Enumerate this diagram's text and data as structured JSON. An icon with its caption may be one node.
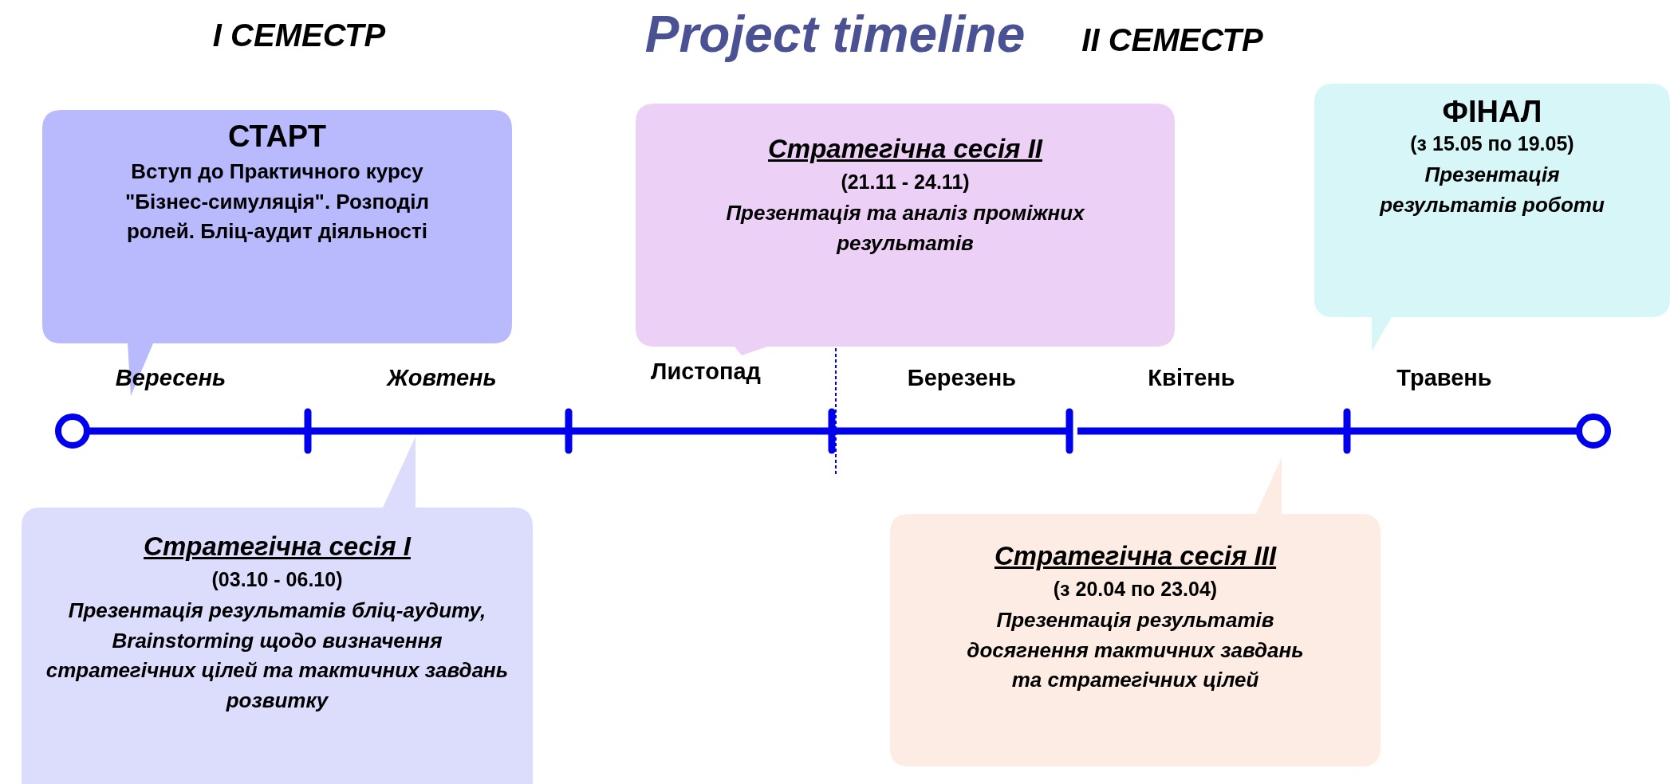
{
  "diagram": {
    "title": "Project timeline",
    "nodes": [
      {
        "text": [
          "СТАРТ",
          "Вступ до Практичного курсу \"Бізнес-симуляція\". Розподіл ролей. Бліц-аудит діяльності"
        ]
      },
      {
        "text": [
          "Стратегічна сесія I",
          "(03.10 - 06.10)",
          "Презентація результатів бліц-аудиту, Brainstorming щодо визначення стратегічних цілей та тактичних завдань розвитку"
        ]
      },
      {
        "text": [
          "Стратегічна сесія II",
          "(21.11 - 24.11)",
          "Презентація та аналіз проміжних результатів"
        ]
      },
      {
        "text": [
          "Стратегічна сесія III",
          "(з 20.04 по 23.04)",
          "Презентація результатів досягнення тактичних завдань та стратегічних цілей"
        ]
      },
      {
        "text": [
          "ФІНАЛ",
          "(з 15.05 по 19.05)",
          "Презентація результатів роботи"
        ]
      }
    ],
    "labels": [
      "І СЕМЕСТР",
      "ІІ СЕМЕСТР",
      "Вересень",
      "Жовтень",
      "Листопад",
      "Березень",
      "Квітень",
      "Травень"
    ]
  }
}
